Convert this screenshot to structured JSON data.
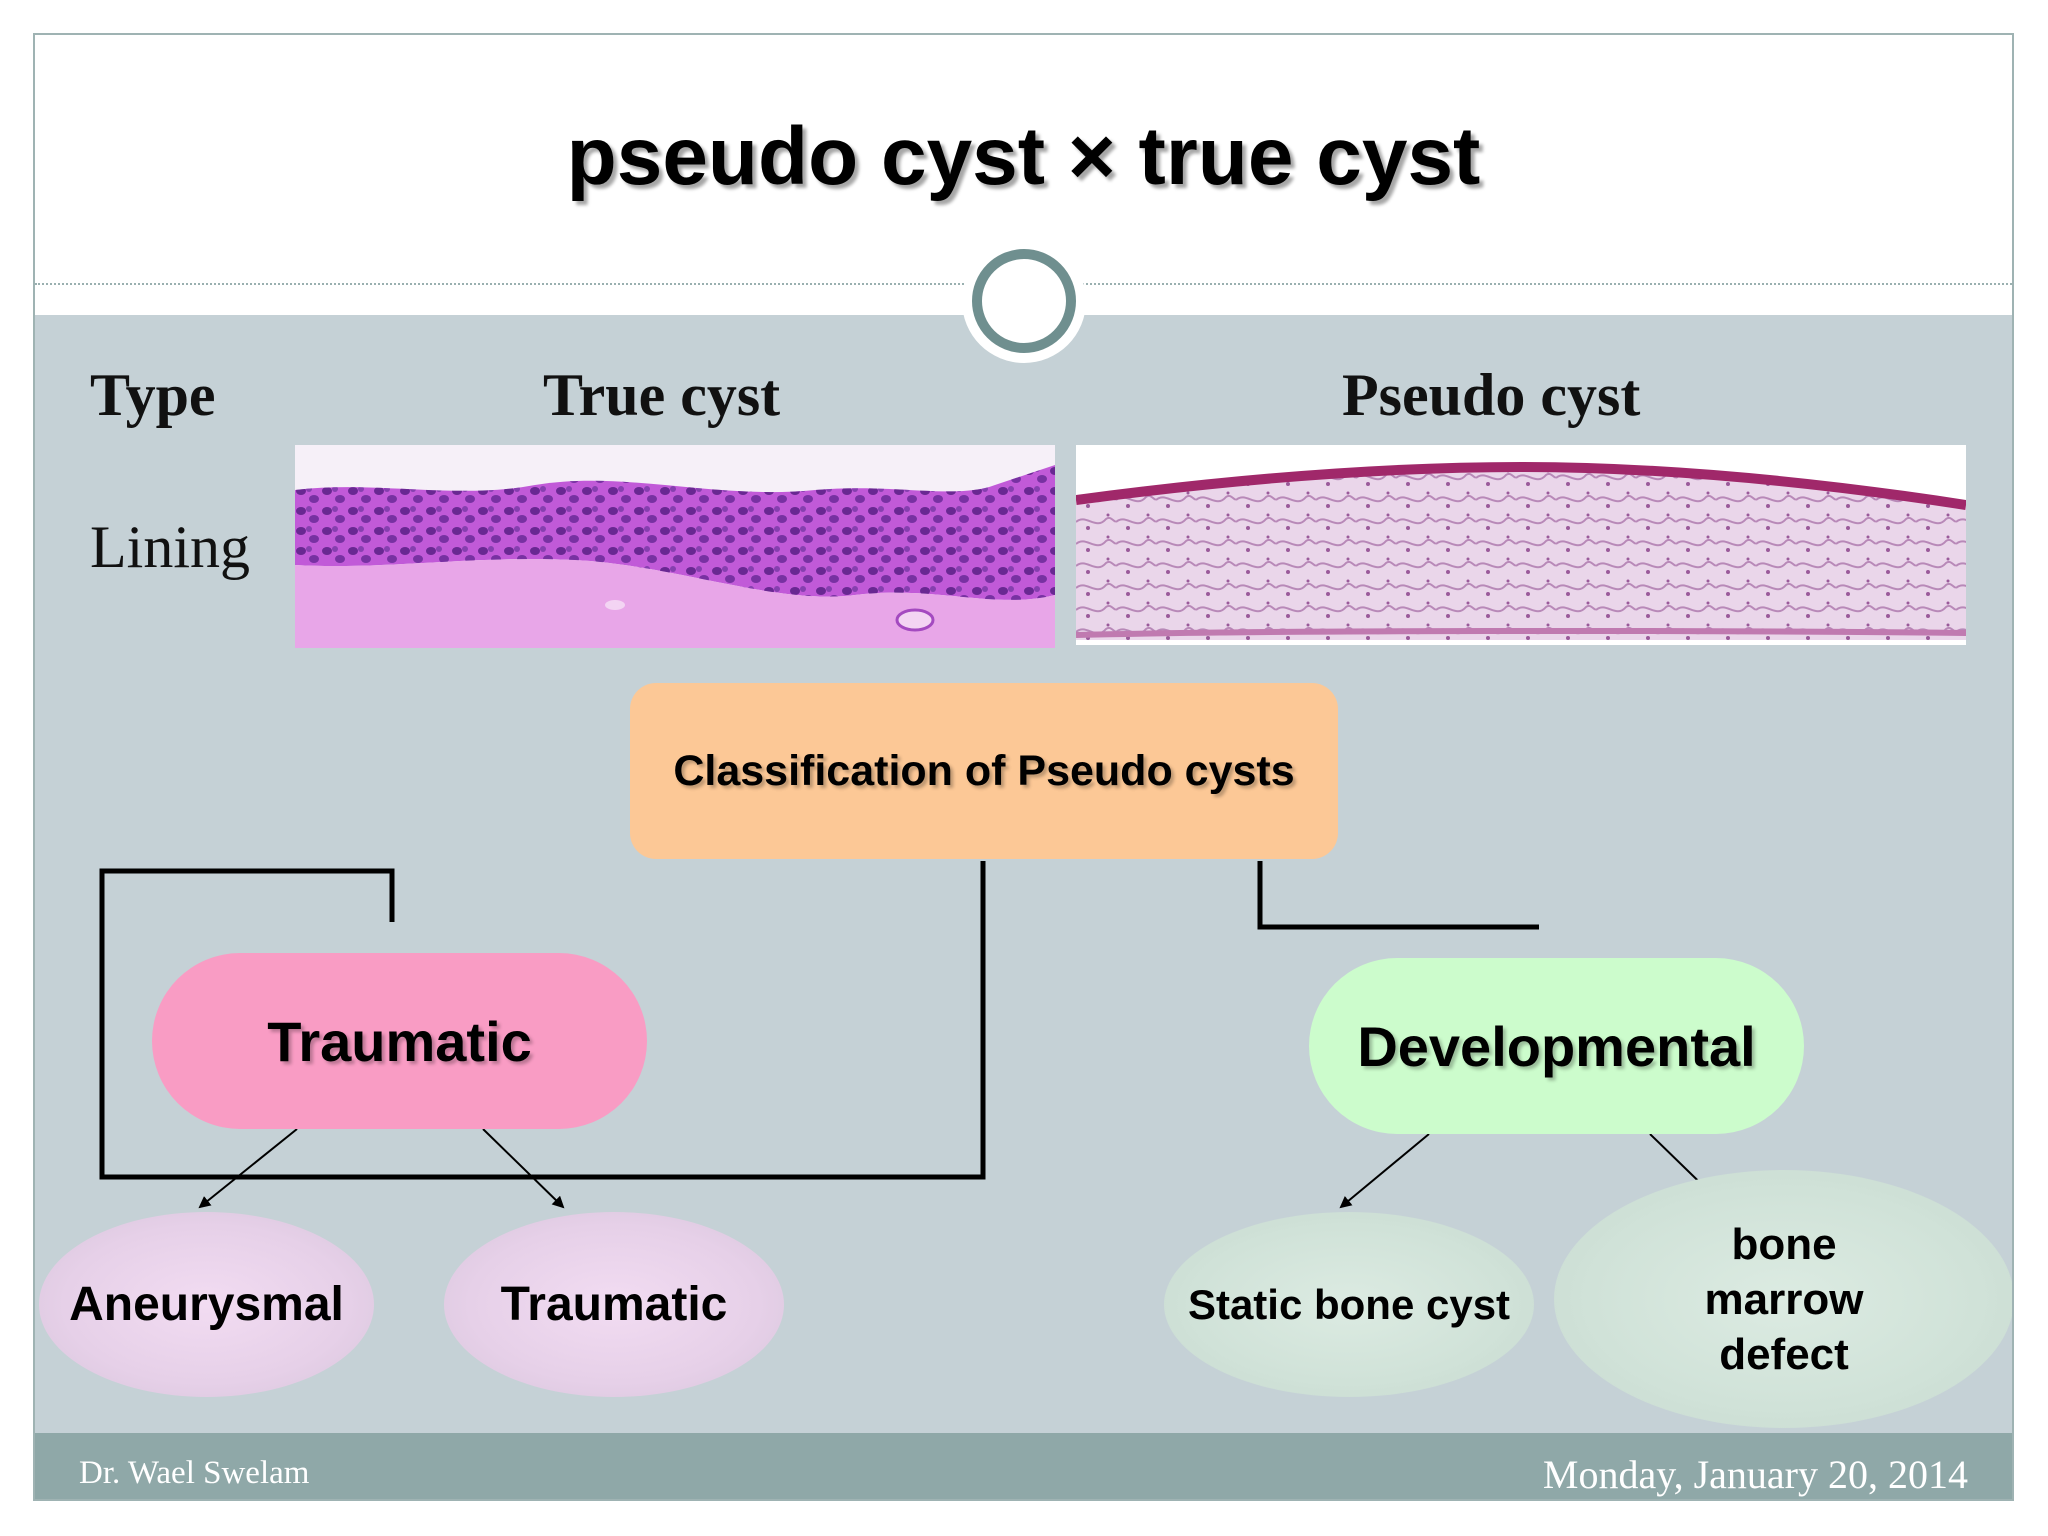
{
  "title": "pseudo cyst × true cyst",
  "table": {
    "type_label": "Type",
    "true_cyst_label": "True cyst",
    "pseudo_cyst_label": "Pseudo cyst",
    "lining_label": "Lining"
  },
  "diagram": {
    "root": "Classification of Pseudo cysts",
    "traumatic": "Traumatic",
    "developmental": "Developmental",
    "leaves": {
      "aneurysmal": "Aneurysmal",
      "traumatic": "Traumatic",
      "static_bone_cyst": "Static bone cyst",
      "bone_marrow_defect": "bone marrow defect"
    }
  },
  "footer": {
    "author": "Dr. Wael Swelam",
    "date": "Monday, January 20, 2014"
  },
  "colors": {
    "body_bg": "#c5d1d6",
    "footer_bg": "#8fa8a8",
    "root_box": "#fcc896",
    "traumatic_pill": "#f99cc4",
    "developmental_pill": "#ccfccc",
    "traumatic_leaves": "#e6d2e6",
    "developmental_leaves": "#d2e2da"
  }
}
